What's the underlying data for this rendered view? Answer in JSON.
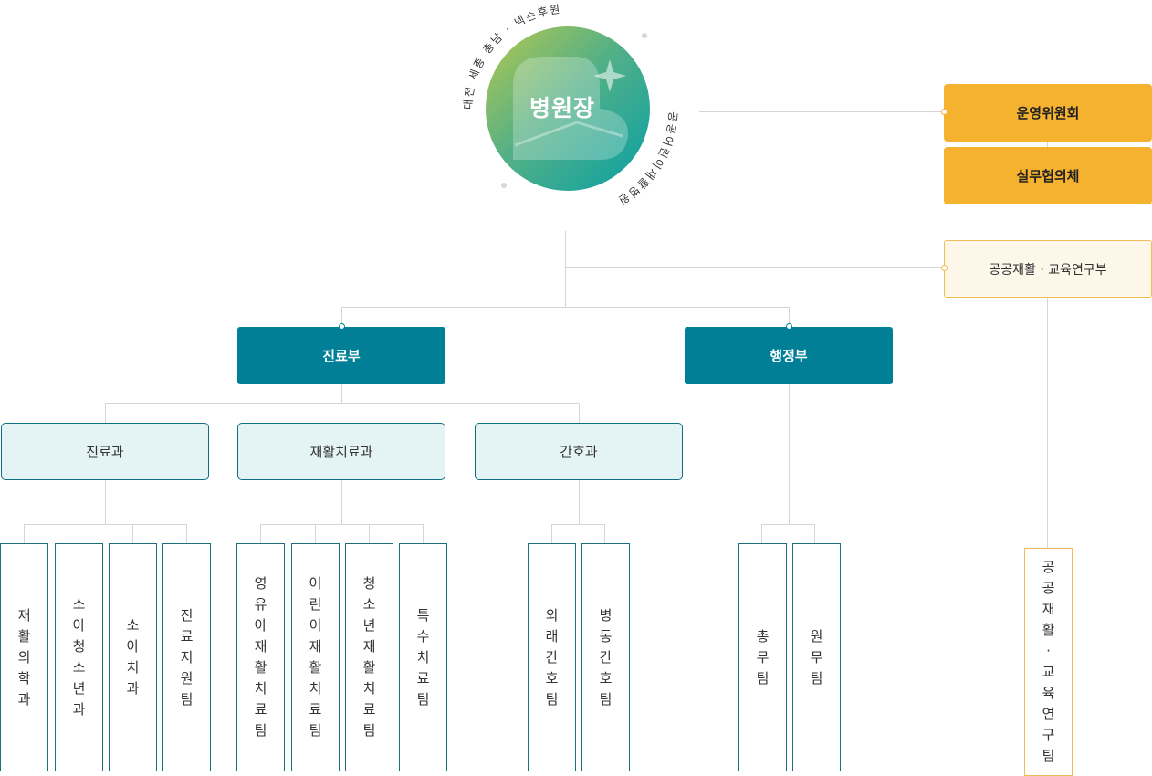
{
  "director": {
    "title": "병원장",
    "arc_top": "대전 세종 충남 · 넥슨후원",
    "arc_right": "공공어린이재활병원"
  },
  "committees": [
    "운영위원회",
    "실무협의체"
  ],
  "research_dept": {
    "label": "공공재활 · 교육연구부",
    "team": "공공재활 · 교육연구팀"
  },
  "departments": [
    {
      "label": "진료부",
      "sections": [
        {
          "label": "진료과",
          "teams": [
            "재활의학과",
            "소아청소년과",
            "소아치과",
            "진료지원팀"
          ]
        },
        {
          "label": "재활치료과",
          "teams": [
            "영유아재활치료팀",
            "어린이재활치료팀",
            "청소년재활치료팀",
            "특수치료팀"
          ]
        },
        {
          "label": "간호과",
          "teams": [
            "외래간호팀",
            "병동간호팀"
          ]
        }
      ]
    },
    {
      "label": "행정부",
      "teams": [
        "총무팀",
        "원무팀"
      ]
    }
  ],
  "colors": {
    "gold": "#f5b22e",
    "teal": "#017f97",
    "section_bg": "#e4f3f3",
    "cream": "#fdf7e9"
  }
}
